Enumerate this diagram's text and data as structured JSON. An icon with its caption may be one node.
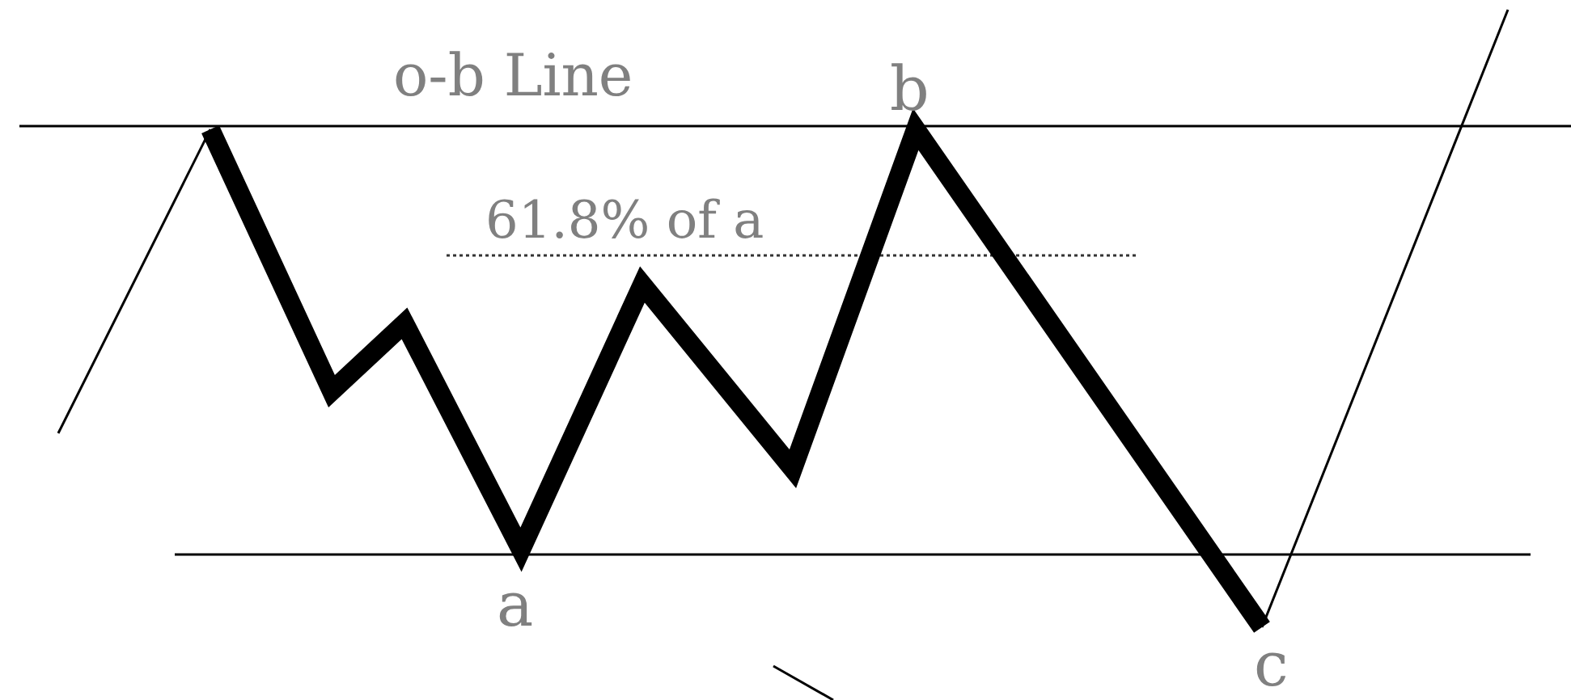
{
  "diagram": {
    "labels": [
      "o-b Line",
      "b",
      "61.8% of a",
      "a",
      "c"
    ]
  }
}
